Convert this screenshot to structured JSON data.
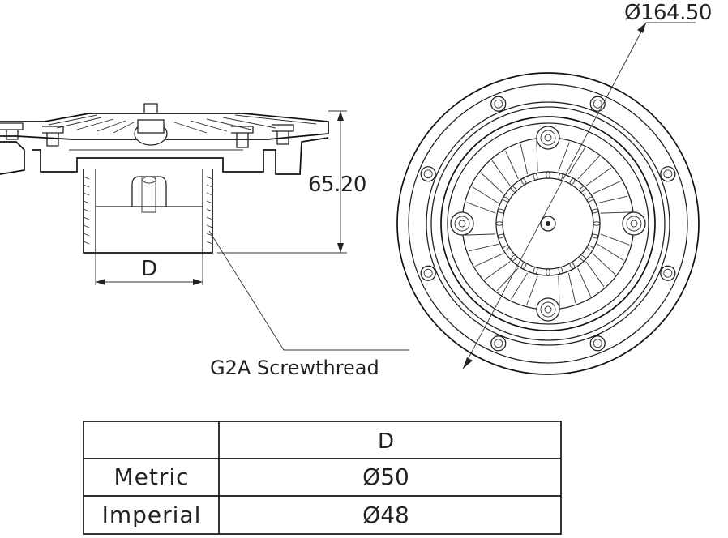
{
  "dimensions": {
    "diameter": "Ø164.50",
    "height": "65.20",
    "bore": "D"
  },
  "callout": "G2A Screwthread",
  "table": {
    "header": [
      "",
      "D"
    ],
    "rows": [
      {
        "label": "Metric",
        "value": "Ø50"
      },
      {
        "label": "Imperial",
        "value": "Ø48"
      }
    ]
  },
  "colors": {
    "line": "#222222",
    "background": "#ffffff"
  }
}
